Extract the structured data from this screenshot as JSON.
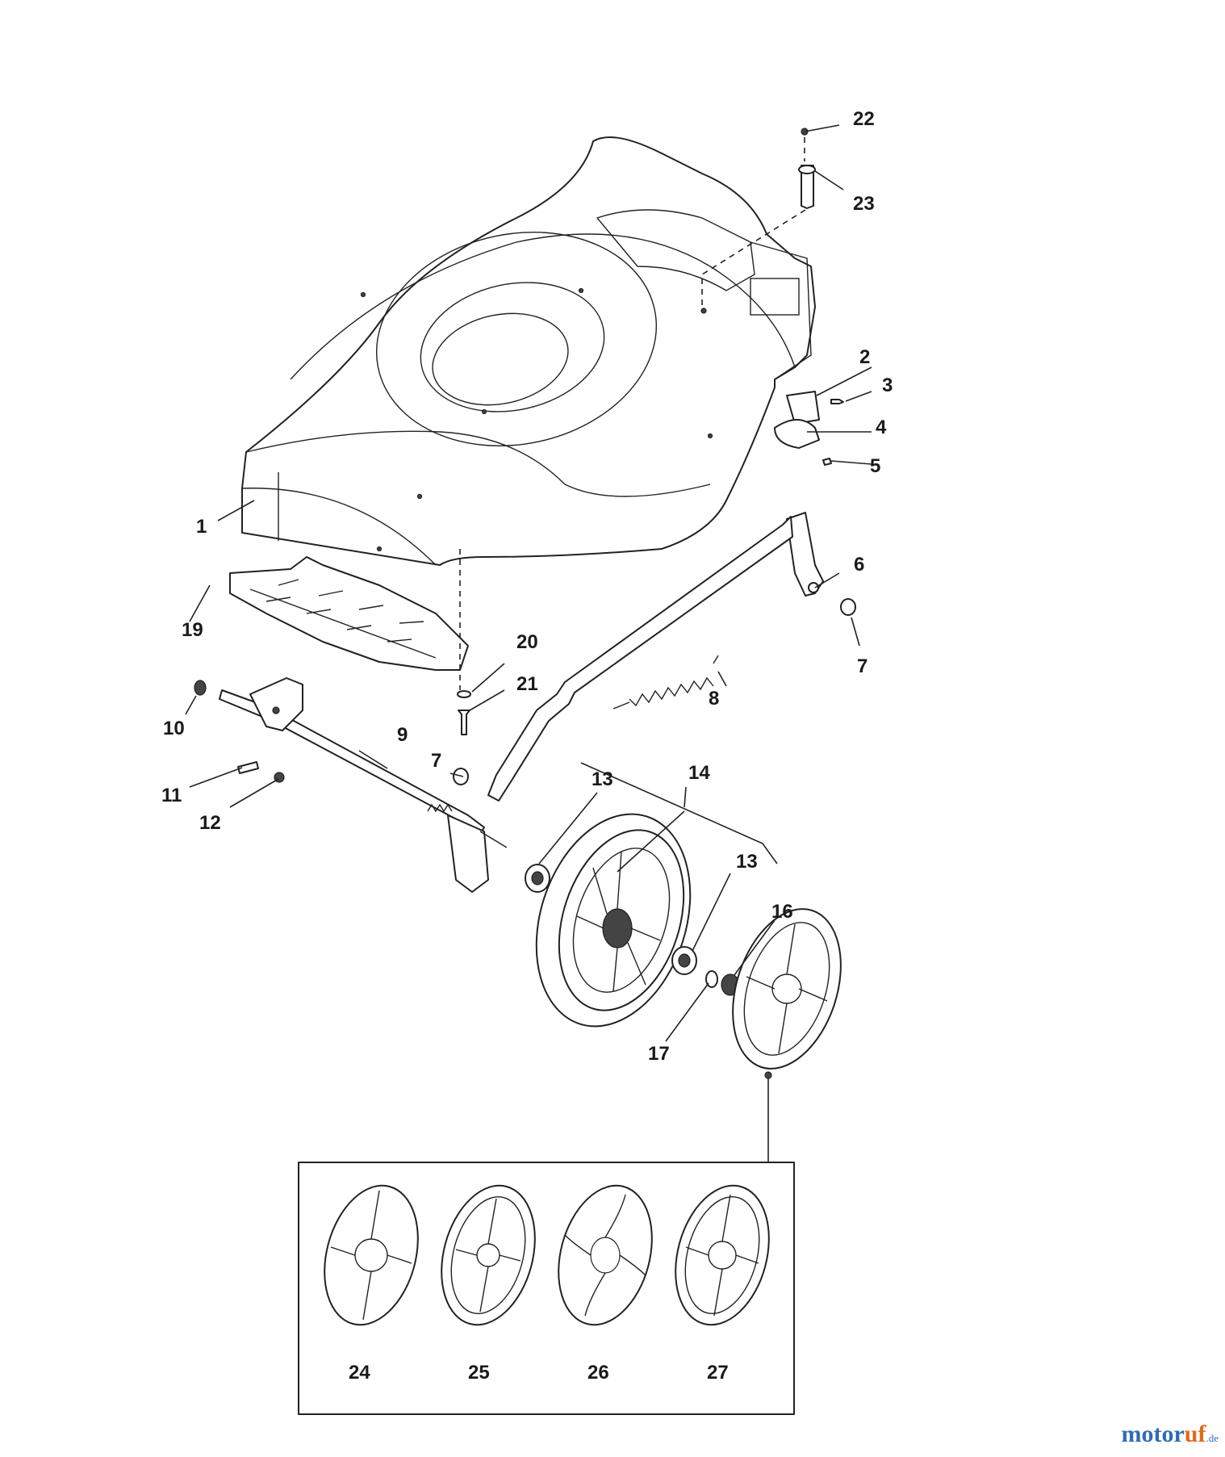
{
  "labels": {
    "l1": "1",
    "l2": "2",
    "l3": "3",
    "l4": "4",
    "l5": "5",
    "l6": "6",
    "l7a": "7",
    "l7b": "7",
    "l8": "8",
    "l9": "9",
    "l10": "10",
    "l11": "11",
    "l12": "12",
    "l13a": "13",
    "l13b": "13",
    "l14": "14",
    "l16": "16",
    "l17": "17",
    "l19": "19",
    "l20": "20",
    "l21": "21",
    "l22": "22",
    "l23": "23",
    "l24": "24",
    "l25": "25",
    "l26": "26",
    "l27": "27"
  },
  "watermark": {
    "main": "motor",
    "accent": "uf",
    "tld": ".de"
  }
}
